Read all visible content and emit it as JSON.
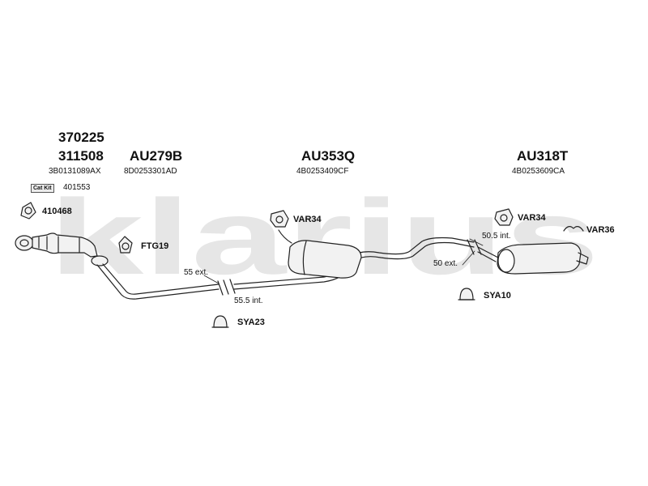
{
  "watermark": "klarius",
  "headings": {
    "part_370225": "370225",
    "part_311508": "311508",
    "oe_311508": "3B0131089AX",
    "part_AU279B": "AU279B",
    "oe_AU279B": "8D0253301AD",
    "part_AU353Q": "AU353Q",
    "oe_AU353Q": "4B0253409CF",
    "part_AU318T": "AU318T",
    "oe_AU318T": "4B0253609CA"
  },
  "catkit": {
    "badge": "Cat Kit",
    "code": "401553"
  },
  "fittings": {
    "gasket_410468": "410468",
    "gasket_FTG19": "FTG19",
    "mount_VAR34_mid": "VAR34",
    "mount_VAR34_rear": "VAR34",
    "hanger_VAR36": "VAR36",
    "clamp_SYA23": "SYA23",
    "clamp_SYA10": "SYA10"
  },
  "joints": {
    "front_ext": "55 ext.",
    "front_int": "55.5 int.",
    "rear_int": "50.5 int.",
    "rear_ext": "50 ext."
  },
  "colors": {
    "line": "#222222",
    "watermark": "#e6e6e6",
    "fill": "#f2f2f2"
  }
}
